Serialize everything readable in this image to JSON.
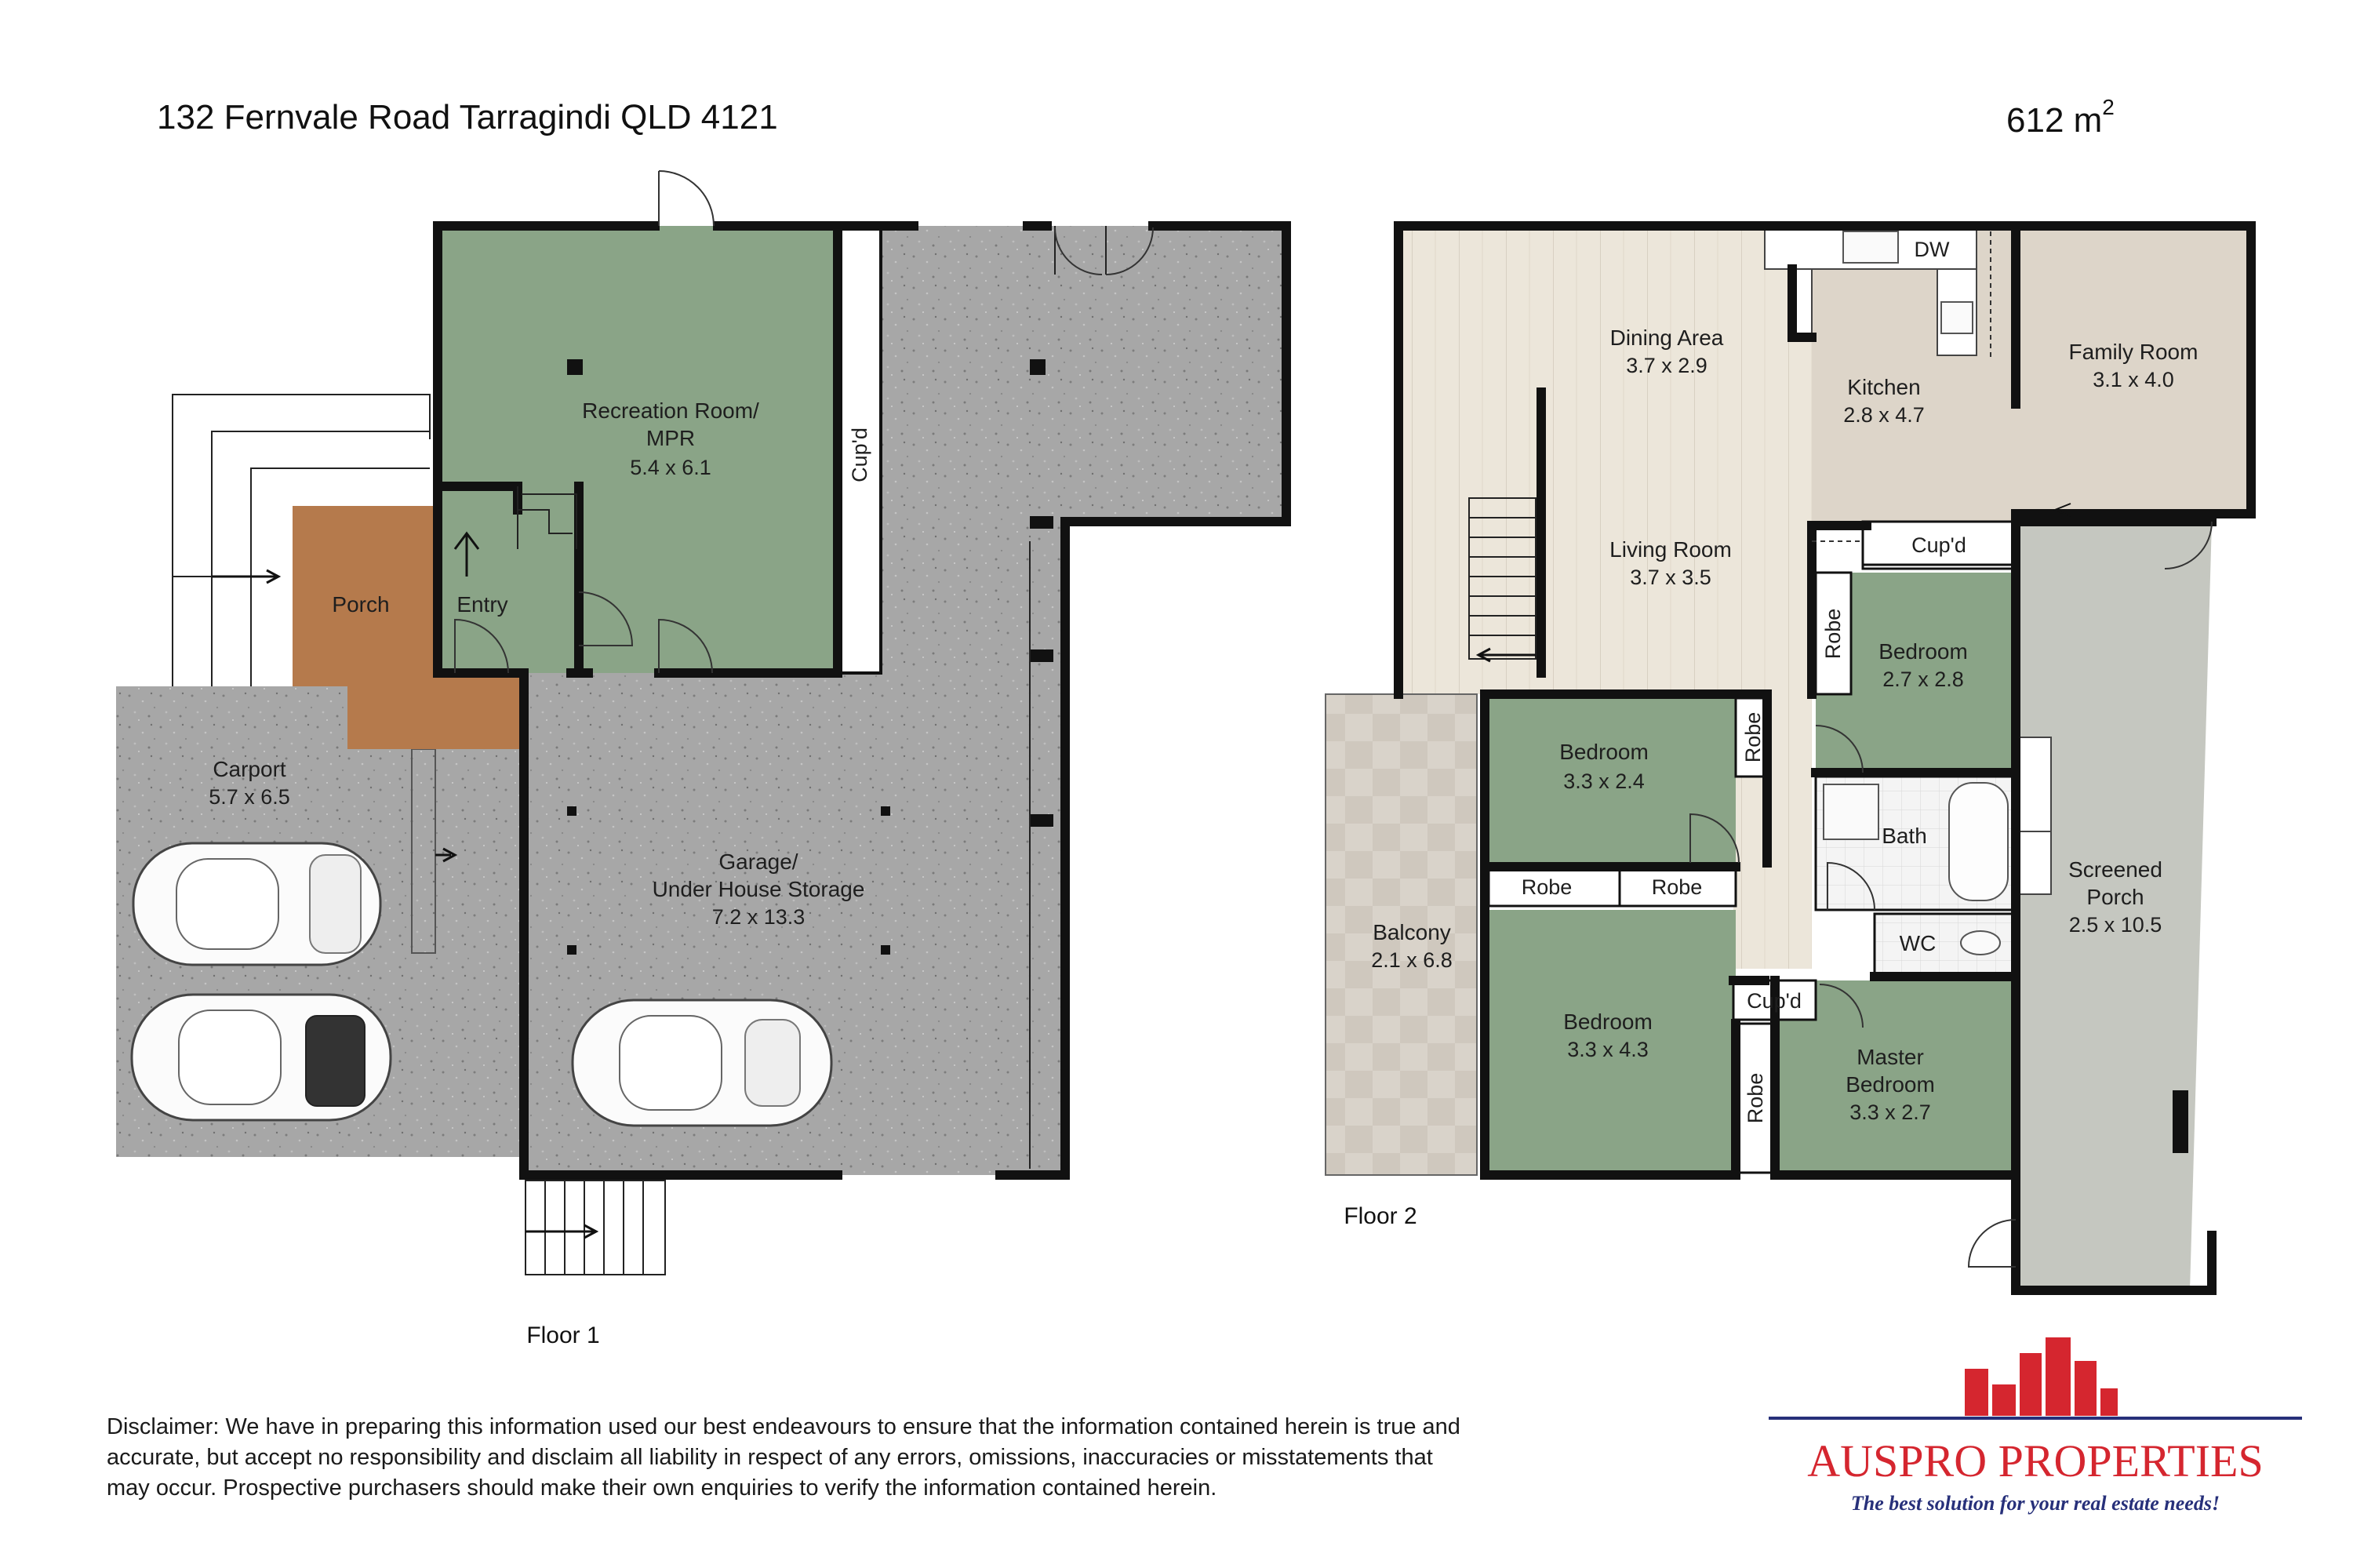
{
  "header": {
    "address": "132 Fernvale Road Tarragindi QLD 4121",
    "land_area": "612 m",
    "land_area_sup": "2"
  },
  "floor1": {
    "label": "Floor 1",
    "rooms": [
      {
        "name": "Recreation Room/",
        "name2": "MPR",
        "dims": "5.4 x 6.1"
      },
      {
        "name": "Porch"
      },
      {
        "name": "Entry"
      },
      {
        "name": "Carport",
        "dims": "5.7 x 6.5"
      },
      {
        "name": "Garage/",
        "name2": "Under House Storage",
        "dims": "7.2 x 13.3"
      },
      {
        "name": "Cup'd"
      }
    ]
  },
  "floor2": {
    "label": "Floor 2",
    "rooms": [
      {
        "name": "Dining Area",
        "dims": "3.7 x 2.9"
      },
      {
        "name": "Kitchen",
        "dims": "2.8 x 4.7"
      },
      {
        "name": "Family Room",
        "dims": "3.1 x 4.0"
      },
      {
        "name": "Living Room",
        "dims": "3.7 x 3.5"
      },
      {
        "name": "Cup'd"
      },
      {
        "name": "Bedroom",
        "dims": "2.7 x 2.8"
      },
      {
        "name": "Robe"
      },
      {
        "name": "Bedroom",
        "dims": "3.3 x 2.4"
      },
      {
        "name": "Robe"
      },
      {
        "name": "Bath"
      },
      {
        "name": "WC"
      },
      {
        "name": "Balcony",
        "dims": "2.1 x 6.8"
      },
      {
        "name": "Robe"
      },
      {
        "name": "Robe"
      },
      {
        "name": "Bedroom",
        "dims": "3.3 x 4.3"
      },
      {
        "name": "Cup'd"
      },
      {
        "name": "Master",
        "name2": "Bedroom",
        "dims": "3.3 x 2.7"
      },
      {
        "name": "Robe"
      },
      {
        "name": "Screened",
        "name2": "Porch",
        "dims": "2.5 x 10.5"
      },
      {
        "name": "DW"
      }
    ]
  },
  "disclaimer": "Disclaimer: We have in preparing this information used our best endeavours to ensure that the information contained herein is true and accurate, but accept no responsibility and disclaim all liability in respect of any errors, omissions, inaccuracies or misstatements that may occur. Prospective purchasers should make their own enquiries to verify the information contained herein.",
  "logo": {
    "brand": "AUSPRO PROPERTIES",
    "tagline": "The best solution for your real estate needs!"
  },
  "colors": {
    "green_room": "#8aa487",
    "grey_concrete": "#a6a6a6",
    "wood_porch": "#b57a4c",
    "light_wood": "#e9e2d6",
    "tile": "#ddd6cc",
    "brand_red": "#d5262f",
    "brand_blue": "#27307a"
  }
}
